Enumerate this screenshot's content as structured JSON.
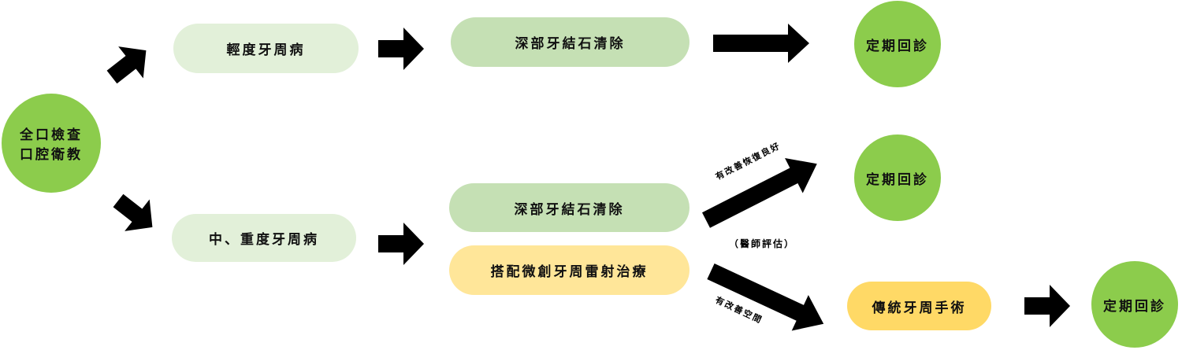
{
  "start": {
    "line1": "全口檢查",
    "line2": "口腔衛教"
  },
  "mild": {
    "label": "輕度牙周病",
    "step": "深部牙結石清除",
    "end": "定期回診"
  },
  "severe": {
    "label": "中、重度牙周病",
    "step1": "深部牙結石清除",
    "step2": "搭配微創牙周雷射治療",
    "good_label": "有改善恢復良好",
    "assess_label": "（醫師評估）",
    "space_label": "有改善空間",
    "good_end": "定期回診",
    "surgery": "傳統牙周手術",
    "surgery_end": "定期回診"
  },
  "colors": {
    "circle": "#8ccc4c",
    "light_green": "#e2f0d9",
    "mid_green": "#c5e0b4",
    "light_yellow": "#ffe699",
    "yellow": "#ffd966"
  }
}
